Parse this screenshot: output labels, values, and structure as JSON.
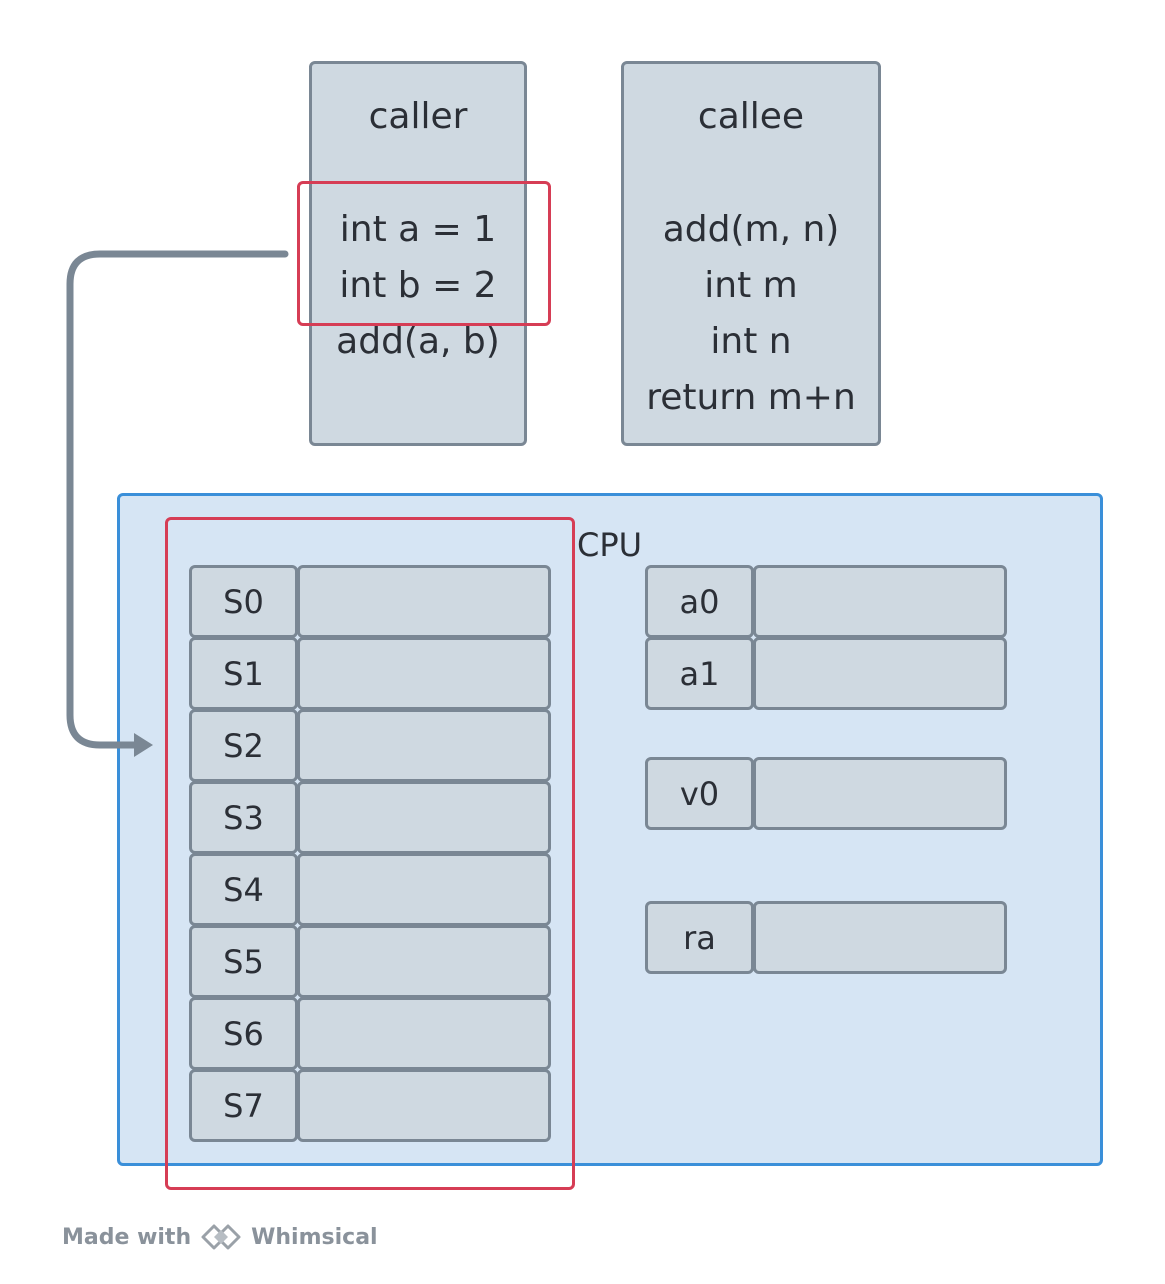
{
  "caller": {
    "title": "caller",
    "lines": [
      "int a = 1",
      "int b = 2",
      "add(a, b)"
    ]
  },
  "callee": {
    "title": "callee",
    "lines": [
      "add(m, n)",
      "int m",
      "int n",
      "return m+n"
    ]
  },
  "cpu": {
    "label": "CPU",
    "saved_registers": [
      "S0",
      "S1",
      "S2",
      "S3",
      "S4",
      "S5",
      "S6",
      "S7"
    ],
    "arg_registers": [
      "a0",
      "a1"
    ],
    "return_register": "v0",
    "return_address_register": "ra"
  },
  "footer": {
    "made_with": "Made with",
    "brand": "Whimsical"
  },
  "colors": {
    "box_fill": "#cfd9e1",
    "box_border": "#7a8794",
    "cpu_fill": "#d6e5f4",
    "cpu_border": "#3a8fd9",
    "highlight": "#d63d55",
    "arrow": "#7a8794"
  }
}
